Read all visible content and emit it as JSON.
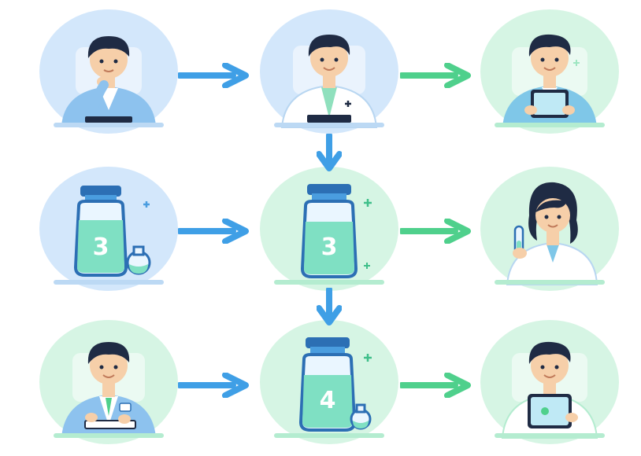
{
  "colors": {
    "blue_circle": "#d3e7fb",
    "green_circle": "#d6f5e4",
    "arrow_blue": "#3f9fe6",
    "arrow_green": "#4fd08c",
    "jar_liquid": "#7fe0c3",
    "skin": "#f6cfa9",
    "hair": "#1f2b44"
  },
  "nodes": [
    {
      "id": "researcher-thinking",
      "kind": "person",
      "circle": "blue",
      "role": "researcher-thinking"
    },
    {
      "id": "doctor-clipboard",
      "kind": "person",
      "circle": "blue",
      "role": "doctor"
    },
    {
      "id": "person-tablet-top",
      "kind": "person",
      "circle": "green",
      "role": "tablet-user"
    },
    {
      "id": "jar-blue-3",
      "kind": "jar",
      "circle": "blue",
      "label": "3"
    },
    {
      "id": "jar-green-3",
      "kind": "jar",
      "circle": "green",
      "label": "3"
    },
    {
      "id": "scientist-testtube",
      "kind": "person",
      "circle": "green",
      "role": "scientist"
    },
    {
      "id": "doctor-writing",
      "kind": "person",
      "circle": "green",
      "role": "writer"
    },
    {
      "id": "jar-green-4",
      "kind": "jar",
      "circle": "green",
      "label": "4"
    },
    {
      "id": "person-tablet-bottom",
      "kind": "person",
      "circle": "green",
      "role": "tablet-user"
    }
  ],
  "arrows": [
    {
      "from": "researcher-thinking",
      "to": "doctor-clipboard",
      "color": "blue"
    },
    {
      "from": "doctor-clipboard",
      "to": "person-tablet-top",
      "color": "green"
    },
    {
      "from": "doctor-clipboard",
      "to": "jar-green-3",
      "color": "blue"
    },
    {
      "from": "jar-blue-3",
      "to": "jar-green-3",
      "color": "blue"
    },
    {
      "from": "jar-green-3",
      "to": "scientist-testtube",
      "color": "green"
    },
    {
      "from": "jar-green-3",
      "to": "jar-green-4",
      "color": "blue"
    },
    {
      "from": "doctor-writing",
      "to": "jar-green-4",
      "color": "blue"
    },
    {
      "from": "jar-green-4",
      "to": "person-tablet-bottom",
      "color": "green"
    }
  ]
}
